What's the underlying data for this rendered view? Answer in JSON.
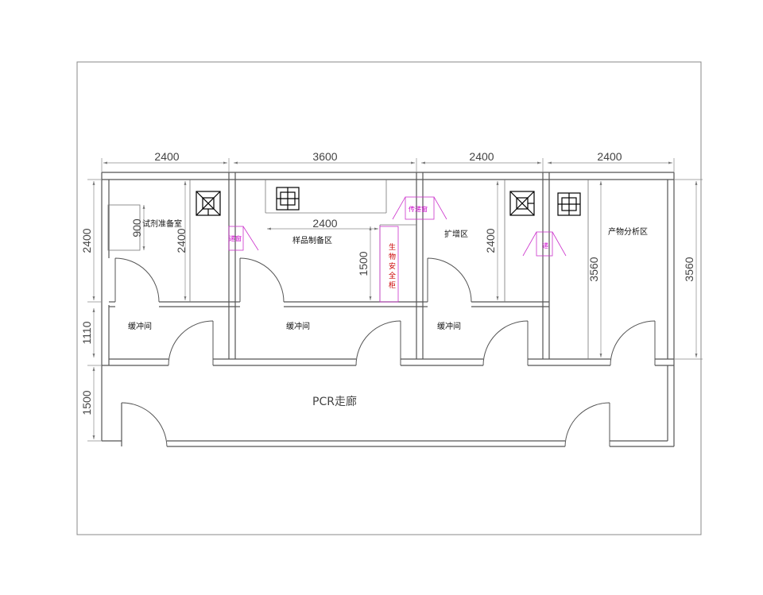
{
  "dimensions": {
    "widths": [
      "2400",
      "3600",
      "2400",
      "2400"
    ],
    "left_heights": [
      "2400",
      "1110",
      "1500"
    ],
    "reagent_inner": "2400",
    "bench_900": "900",
    "sample_inner_width": "2400",
    "sample_inner_height": "1500",
    "amp_inner": "2400",
    "analysis_inner": "3560",
    "right_height": "3560"
  },
  "rooms": {
    "reagent_prep": "试剂准备室",
    "sample_prep": "样品制备区",
    "amplification": "扩增区",
    "product_analysis": "产物分析区",
    "buffer_1": "缓冲间",
    "buffer_2": "缓冲间",
    "buffer_3": "缓冲间",
    "corridor": "PCR走廊"
  },
  "annotations": {
    "pass_window_1": "递窗",
    "pass_window_2": "传递窗",
    "pass_window_3": "递",
    "biosafety_cabinet": [
      "生",
      "物",
      "安",
      "全",
      "柜"
    ]
  },
  "icons": [
    "fan-unit-icon",
    "air-handler-icon",
    "fan-unit-icon",
    "air-handler-icon"
  ]
}
